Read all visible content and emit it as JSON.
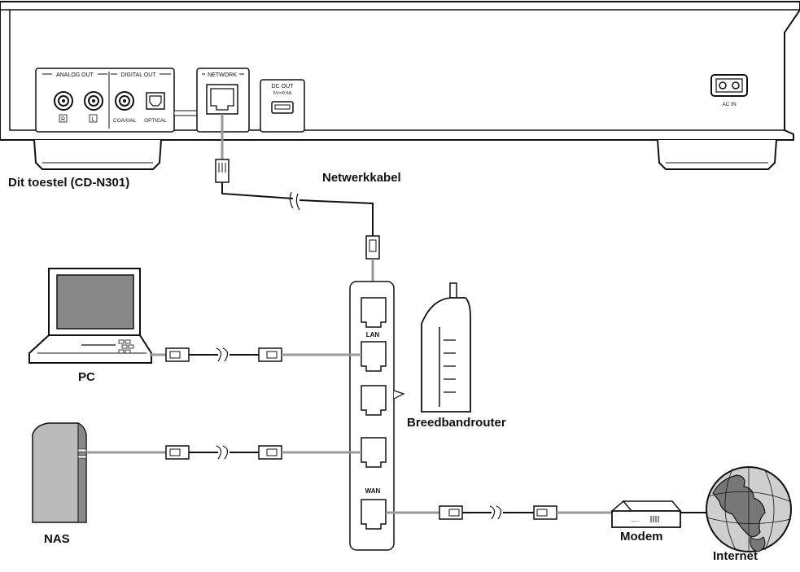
{
  "device": {
    "analog_out": "ANALOG OUT",
    "digital_out": "DIGITAL OUT",
    "network": "NETWORK",
    "dc_out": "DC OUT",
    "dc_out_rating": "5V⎓0.5A",
    "jack_r": "R",
    "jack_l": "L",
    "coaxial": "COAXIAL",
    "optical": "OPTICAL",
    "ac_in": "AC IN"
  },
  "router": {
    "lan": "LAN",
    "wan": "WAN"
  },
  "labels": {
    "unit": "Dit toestel (CD-N301)",
    "network_cable": "Netwerkkabel",
    "pc": "PC",
    "nas": "NAS",
    "router": "Breedbandrouter",
    "modem": "Modem",
    "internet": "Internet"
  },
  "icons": [
    "laptop-icon",
    "nas-icon",
    "router-icon",
    "modem-icon",
    "globe-icon",
    "ethernet-plug-icon"
  ]
}
